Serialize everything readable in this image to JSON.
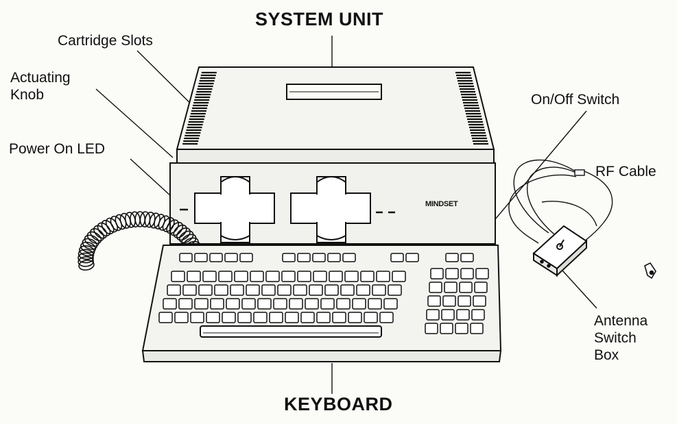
{
  "labels": {
    "system_unit": "SYSTEM UNIT",
    "keyboard": "KEYBOARD",
    "cartridge_slots": "Cartridge Slots",
    "actuating_knob": "Actuating\nKnob",
    "power_on_led": "Power On LED",
    "on_off_switch": "On/Off Switch",
    "rf_cable": "RF Cable",
    "antenna_switch_box": "Antenna\nSwitch\nBox"
  },
  "brand": "MINDSET",
  "colors": {
    "ink": "#111111",
    "paper": "#fbfbf8"
  }
}
